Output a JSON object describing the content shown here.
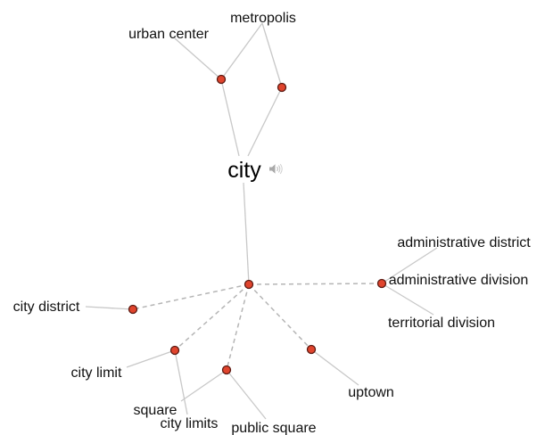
{
  "graph": {
    "center": {
      "label": "city"
    },
    "icons": {
      "speaker": "speaker-icon"
    },
    "colors": {
      "node": "#e0442d",
      "edge": "#c8c8c8",
      "dashed_edge": "#b5b5b5"
    },
    "labels": {
      "metropolis": "metropolis",
      "urban_center": "urban center",
      "administrative_district": "administrative district",
      "administrative_division": "administrative division",
      "territorial_division": "territorial division",
      "city_district": "city district",
      "city_limit": "city limit",
      "square": "square",
      "city_limits": "city limits",
      "public_square": "public square",
      "uptown": "uptown"
    }
  }
}
